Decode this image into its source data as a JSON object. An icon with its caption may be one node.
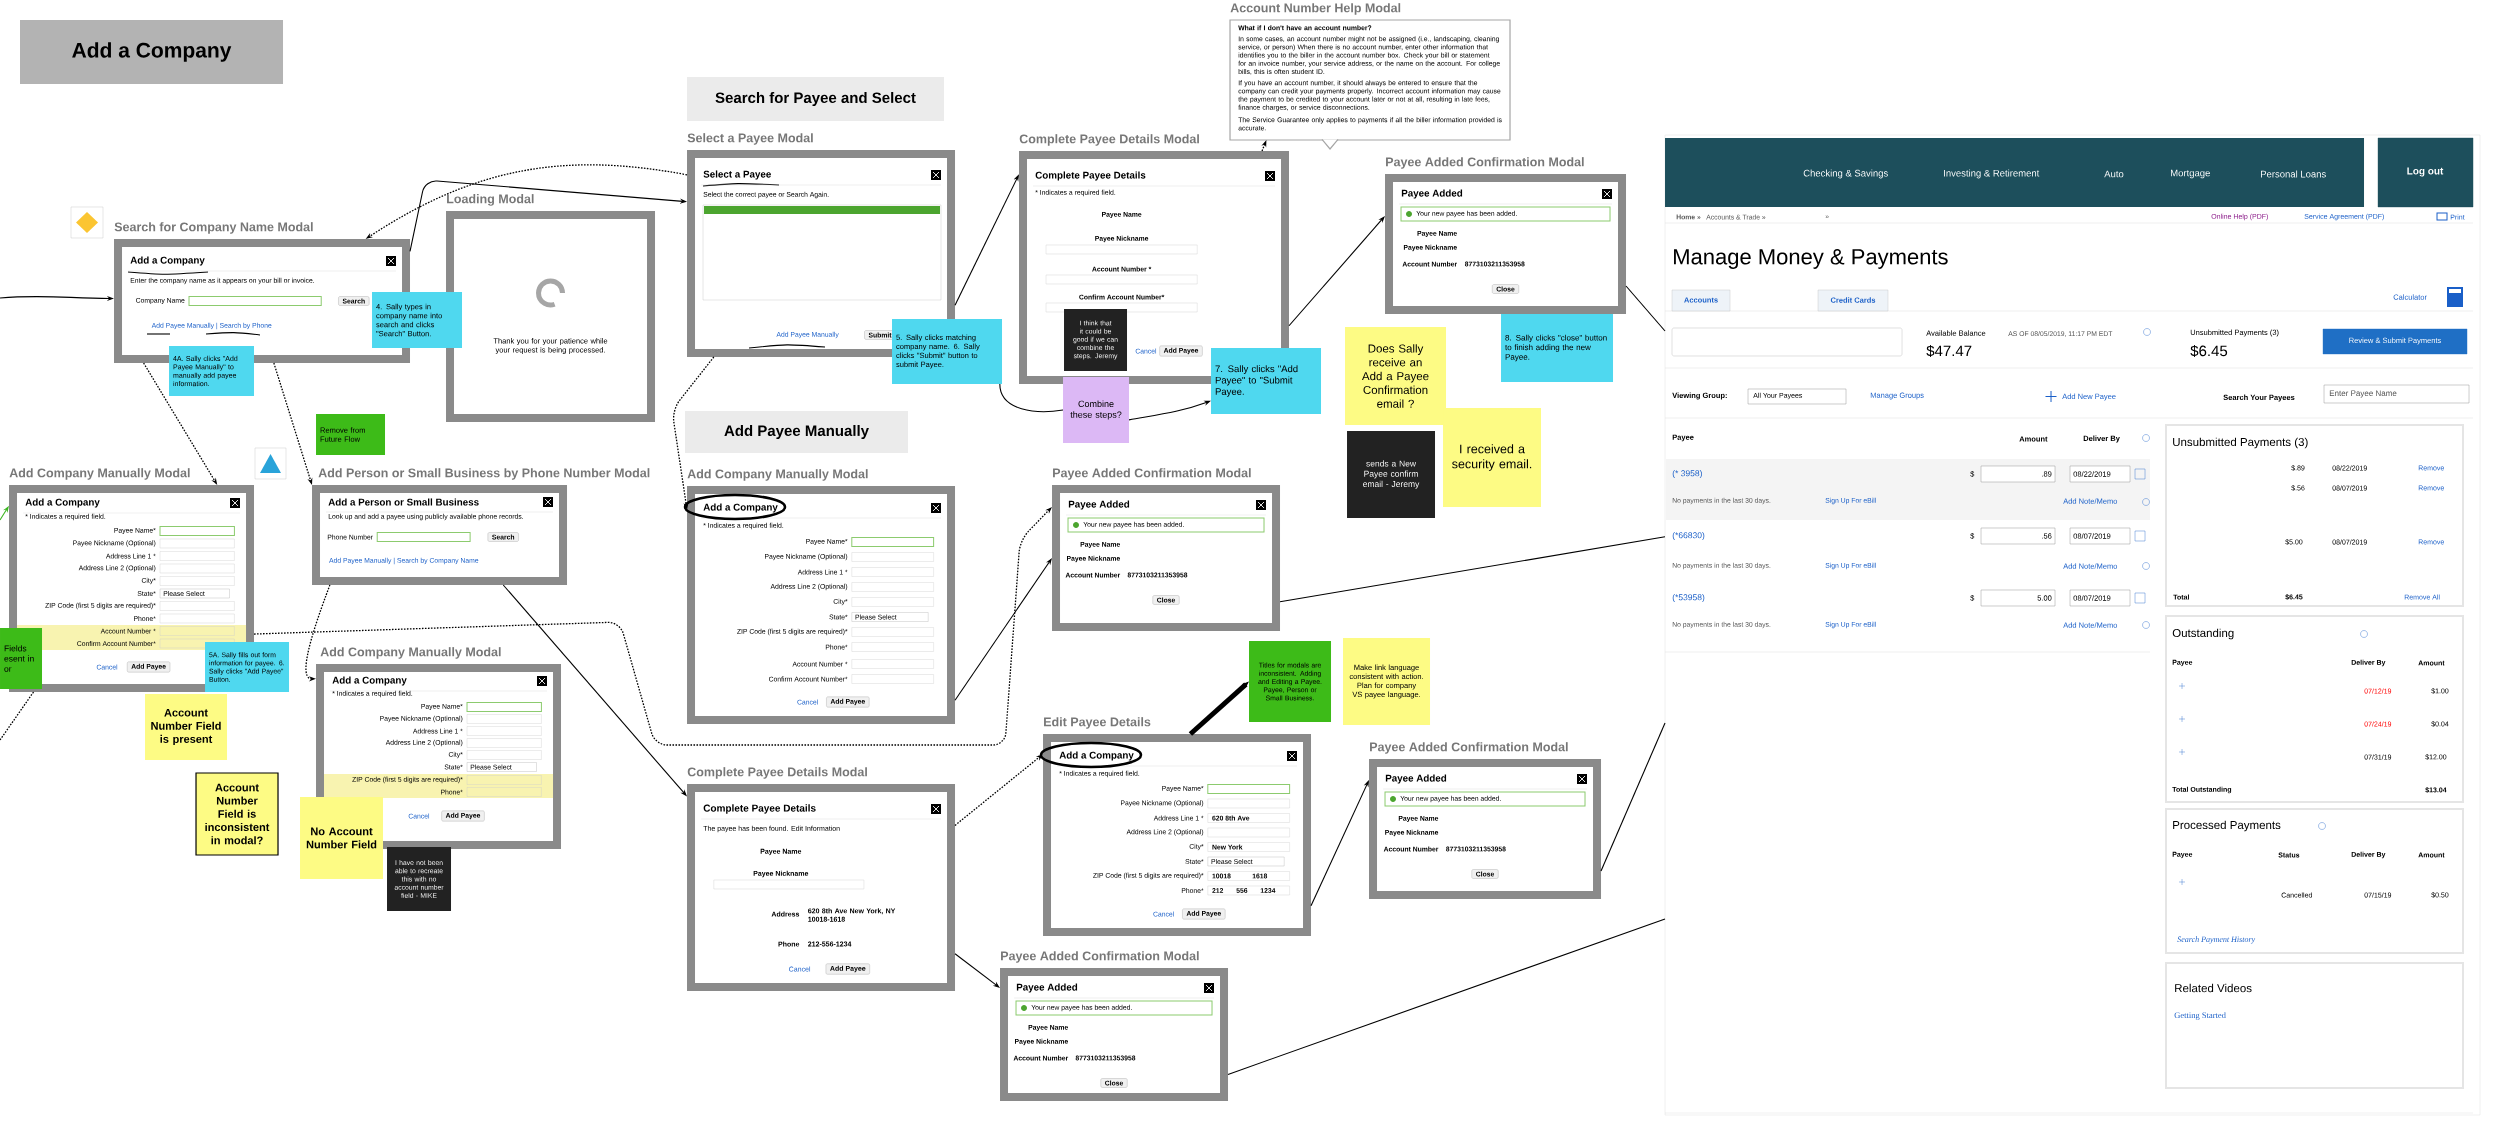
{
  "diagram": {
    "nodes": [
      {
        "text": [
          "Add a Company"
        ]
      },
      {
        "text": [
          "Search for Payee and Select"
        ]
      },
      {
        "text": [
          "Add Payee Manually"
        ]
      },
      {
        "text": [
          "Search for Company Name Modal",
          "Add a Company",
          "Enter the company name as it appears on your bill or invoice.",
          "Company Name",
          "Search",
          "Add Payee Manually | Search by Phone"
        ]
      },
      {
        "text": [
          "Loading Modal",
          "Thank you for your patience while your request is being processed."
        ]
      },
      {
        "text": [
          "Select a Payee Modal",
          "Select a Payee",
          "Select the correct payee or Search Again.",
          "Add Payee Manually",
          "Submit"
        ]
      },
      {
        "text": [
          "Complete Payee Details Modal",
          "Complete Payee Details",
          "* Indicates a required field.",
          "Payee Name",
          "Payee Nickname",
          "Account Number *",
          "Confirm Account Number*",
          "Cancel",
          "Add Payee"
        ]
      },
      {
        "text": [
          "Account Number Help Modal",
          "What if I don't have an account number?",
          "In some cases, an account number might not be assigned (i.e., landscaping, cleaning service, or person) When there is no account number, enter other information that identifies you to the biller in the account number box. Check your bill or statement for an invoice number, your service address, or the name on the account. For college bills, this is often student ID.",
          "If you have an account number, it should always be entered to ensure that the company can credit your payments properly. Incorrect account information may cause the payment to be credited to your account later or not at all, resulting in late fees, finance charges, or service disconnections.",
          "The Service Guarantee only applies to payments if all the biller information provided is accurate."
        ]
      },
      {
        "text": [
          "Payee Added Confirmation Modal",
          "Payee Added",
          "Your new payee has been added.",
          "Payee Name",
          "Payee Nickname",
          "Account Number",
          "8773103211353958",
          "Close"
        ]
      },
      {
        "text": [
          "Add Company Manually Modal",
          "Add a Company",
          "* Indicates a required field.",
          "Payee Name*",
          "Payee Nickname (Optional)",
          "Address Line 1 *",
          "Address Line 2 (Optional)",
          "City*",
          "State*",
          "Please Select",
          "ZIP Code (first 5 digits are required)*",
          "Phone*",
          "Account Number *",
          "Confirm Account Number*",
          "Cancel",
          "Add Payee"
        ]
      },
      {
        "text": [
          "Add Person or Small Business by Phone Number Modal",
          "Add a Person or Small Business",
          "Look up and add a payee using publicly available phone records.",
          "Phone Number",
          "Search",
          "Add Payee Manually | Search by Company Name"
        ]
      },
      {
        "text": [
          "Add Company Manually Modal",
          "Add a Company",
          "* Indicates a required field.",
          "Payee Name*",
          "Payee Nickname (Optional)",
          "Address Line 1 *",
          "Address Line 2 (Optional)",
          "City*",
          "State*",
          "Please Select",
          "ZIP Code (first 5 digits are required)*",
          "Phone*",
          "Cancel",
          "Add Payee"
        ]
      },
      {
        "text": [
          "Add Company Manually Modal",
          "Add a Company",
          "* Indicates a required field.",
          "Payee Name*",
          "Payee Nickname (Optional)",
          "Address Line 1 *",
          "Address Line 2 (Optional)",
          "City*",
          "State*",
          "Please Select",
          "ZIP Code (first 5 digits are required)*",
          "Phone*",
          "Account Number *",
          "Confirm Account Number*",
          "Cancel",
          "Add Payee"
        ]
      },
      {
        "text": [
          "Payee Added Confirmation Modal",
          "Payee Added",
          "Your new payee has been added.",
          "Payee Name",
          "Payee Nickname",
          "Account Number",
          "8773103211353958",
          "Close"
        ]
      },
      {
        "text": [
          "Complete Payee Details Modal",
          "Complete Payee Details",
          "The payee has been found. Edit Information",
          "Payee Name",
          "Payee Nickname",
          "Address",
          "620 8th Ave New York, NY 10018-1618",
          "Phone",
          "212-556-1234",
          "Cancel",
          "Add Payee"
        ]
      },
      {
        "text": [
          "Edit Payee Details",
          "Add a Company",
          "* Indicates a required field.",
          "Payee Name*",
          "Payee Nickname (Optional)",
          "Address Line 1 *",
          "620 8th Ave",
          "Address Line 2 (Optional)",
          "City*",
          "New York",
          "State*",
          "Please Select",
          "ZIP Code (first 5 digits are required)*",
          "10018",
          "1618",
          "Phone*",
          "212",
          "556",
          "1234",
          "Cancel",
          "Add Payee"
        ]
      },
      {
        "text": [
          "Payee Added Confirmation Modal",
          "Payee Added",
          "Your new payee has been added.",
          "Payee Name",
          "Payee Nickname",
          "Account Number",
          "8773103211353958",
          "Close"
        ]
      },
      {
        "text": [
          "Payee Added Confirmation Modal",
          "Payee Added",
          "Your new payee has been added.",
          "Payee Name",
          "Payee Nickname",
          "Account Number",
          "8773103211353958",
          "Close"
        ]
      },
      {
        "text": [
          "Checking & Savings",
          "Investing & Retirement",
          "Auto",
          "Mortgage",
          "Personal Loans",
          "Log out",
          "Home »",
          "Accounts & Trade »",
          "»",
          "Online Help (PDF)",
          "Service Agreement (PDF)",
          "Print",
          "Manage Money & Payments",
          "Accounts",
          "Credit Cards",
          "Calculator",
          "Available Balance",
          "AS OF 08/05/2019, 11:17 PM EDT",
          "$47.47",
          "Unsubmitted Payments (3)",
          "$6.45",
          "Review & Submit Payments",
          "Viewing Group:",
          "All Your Payees",
          "Manage Groups",
          "Add New Payee",
          "Search Your Payees",
          "Enter Payee Name",
          "Payee",
          "Amount",
          "Deliver By",
          "(* 3958)",
          "$",
          ".89",
          "08/22/2019",
          "No payments in the last 30 days.",
          "Sign Up For eBill",
          "Add Note/Memo",
          "(*66830)",
          "$",
          ".56",
          "08/07/2019",
          "No payments in the last 30 days.",
          "Sign Up For eBill",
          "Add Note/Memo",
          "(*53958)",
          "$",
          "5.00",
          "08/07/2019",
          "No payments in the last 30 days.",
          "Sign Up For eBill",
          "Add Note/Memo",
          "Unsubmitted Payments (3)",
          "$.89",
          "08/22/2019",
          "Remove",
          "$.56",
          "08/07/2019",
          "Remove",
          "$5.00",
          "08/07/2019",
          "Remove",
          "Total",
          "$6.45",
          "Remove All",
          "Outstanding",
          "Payee",
          "Deliver By",
          "Amount",
          "07/12/19",
          "$1.00",
          "07/24/19",
          "$0.04",
          "07/31/19",
          "$12.00",
          "Total Outstanding",
          "$13.04",
          "Processed Payments",
          "Payee",
          "Status",
          "Deliver By",
          "Amount",
          "Cancelled",
          "07/15/19",
          "$0.50",
          "Search Payment History",
          "Related Videos",
          "Getting Started"
        ]
      },
      {
        "text": [
          "4. Sally types in company name into search and clicks \"Search\" Button."
        ]
      },
      {
        "text": [
          "4A. Sally clicks \"Add Payee Manually\" to manually add payee information."
        ]
      },
      {
        "text": [
          "Remove from Future Flow"
        ]
      },
      {
        "text": [
          "Fields esent in or"
        ]
      },
      {
        "text": [
          "5A. Sally fills out form information for payee. 6. Sally clicks \"Add Payee\" Button."
        ]
      },
      {
        "text": [
          "Account Number Field is present"
        ]
      },
      {
        "text": [
          "Account Number Field is inconsistent in modal?"
        ]
      },
      {
        "text": [
          "No Account Number Field"
        ]
      },
      {
        "text": [
          "I have not been able to recreate this with no account number field - MIKE"
        ]
      },
      {
        "text": [
          "5. Sally clicks matching company name. 6. Sally clicks \"Submit\" button to submit Payee."
        ]
      },
      {
        "text": [
          "I think that it could be good if we can combine the steps. Jeremy"
        ],
        "in": 6
      },
      {
        "text": [
          "Combine these steps?"
        ]
      },
      {
        "text": [
          "7. Sally clicks \"Add Payee\" to \"Submit Payee."
        ]
      },
      {
        "text": [
          "8. Sally clicks \"close\" button to finish adding the new Payee."
        ]
      },
      {
        "text": [
          "Does Sally receive an Add a Payee Confirmation email ?"
        ]
      },
      {
        "text": [
          "I received a security email."
        ]
      },
      {
        "text": [
          "sends a New Payee confirm email - Jeremy"
        ]
      },
      {
        "text": [
          "Titles for modals are inconsistent. Adding and Editing a Payee. Payee, Person or Small Business."
        ]
      },
      {
        "text": [
          "Make link language consistent with action. Plan for company VS payee language."
        ]
      }
    ],
    "edges": [
      {
        "from": null,
        "to": 3,
        "arrow": "to"
      },
      {
        "from": 5,
        "to": 3,
        "arrow": "to",
        "style": "dashed"
      },
      {
        "from": 3,
        "to": 5,
        "arrow": "to"
      },
      {
        "from": 3,
        "to": 9,
        "arrow": "to",
        "style": "dashed"
      },
      {
        "from": 3,
        "to": 10,
        "arrow": "to",
        "style": "dashed"
      },
      {
        "from": 10,
        "to": 11,
        "arrow": "to",
        "style": "dashed"
      },
      {
        "from": 10,
        "to": 14,
        "arrow": "to"
      },
      {
        "from": 9,
        "to": 13,
        "arrow": "to",
        "style": "dashed"
      },
      {
        "from": 5,
        "to": 12,
        "arrow": "to",
        "style": "dashed"
      },
      {
        "from": 5,
        "to": 6,
        "arrow": "to"
      },
      {
        "from": 6,
        "to": 7,
        "arrow": "to",
        "style": "dashed"
      },
      {
        "from": 6,
        "to": 8,
        "arrow": "to"
      },
      {
        "from": 8,
        "to": 18,
        "arrow": "none"
      },
      {
        "from": 30,
        "to": 31,
        "arrow": "to"
      },
      {
        "from": 30,
        "to": 28,
        "arrow": "none"
      },
      {
        "from": 12,
        "to": 13,
        "arrow": "to"
      },
      {
        "from": 13,
        "to": 18,
        "arrow": "none"
      },
      {
        "from": 14,
        "to": 15,
        "arrow": "to",
        "style": "dashed"
      },
      {
        "from": 14,
        "to": 17,
        "arrow": "to"
      },
      {
        "from": 15,
        "to": 36,
        "arrow": "to",
        "style": "thick"
      },
      {
        "from": 15,
        "to": 16,
        "arrow": "to"
      },
      {
        "from": 16,
        "to": 18,
        "arrow": "none"
      },
      {
        "from": 17,
        "to": 18,
        "arrow": "none"
      },
      {
        "from": null,
        "to": 9,
        "arrow": "to",
        "color": "#3cb521"
      },
      {
        "from": null,
        "to": 9,
        "arrow": "none",
        "style": "dashed"
      }
    ]
  }
}
